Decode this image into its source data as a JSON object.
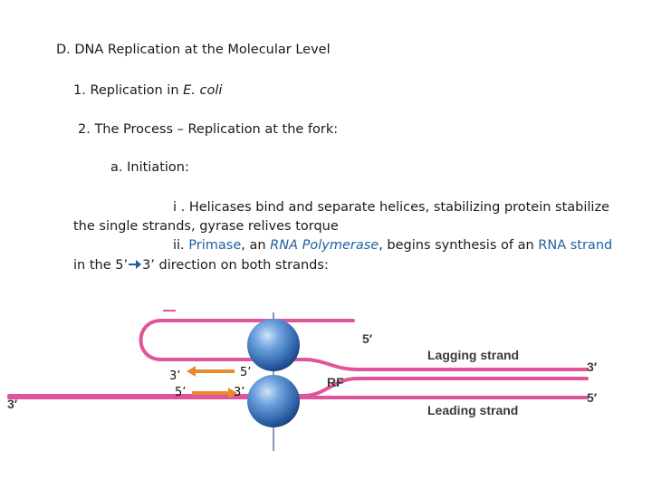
{
  "heading": "D. DNA Replication at the Molecular Level",
  "item1": {
    "prefix": "1.  Replication in ",
    "italic": "E. coli"
  },
  "item2": "2. The Process – Replication at the fork:",
  "item_a": "a. Initiation:",
  "item_i": {
    "line1": "i . Helicases bind and separate helices, stabilizing protein stabilize",
    "line2": "the single strands, gyrase relives torque"
  },
  "item_ii": {
    "p1": "ii. ",
    "primase": "Primase",
    "p2": ", an ",
    "rna_pol": "RNA Polymerase",
    "p3": ", begins synthesis of an ",
    "rna_strand": "RNA strand",
    "line2a": "in the 5’",
    "line2b": "3’ direction on both strands:"
  },
  "diagram": {
    "top_5prime": "5′",
    "lagging": "Lagging strand",
    "lagging_3prime": "3′",
    "rf": "RF",
    "leading": "Leading strand",
    "leading_5prime": "5′",
    "left_3prime": "3′",
    "primer_top_left": "3’",
    "primer_top_right": "5’",
    "primer_bottom_left": "5’",
    "primer_bottom_right": "3’",
    "colors": {
      "strand": "#e0559a",
      "primer": "#e8892e",
      "helicase": "#3a78c2"
    }
  }
}
